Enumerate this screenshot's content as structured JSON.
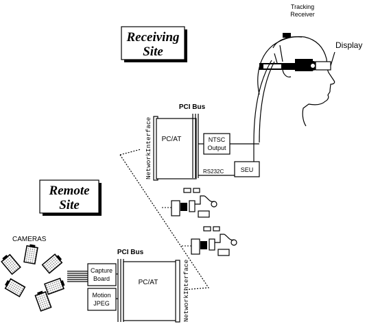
{
  "receiving_site": {
    "label_line1": "Receiving",
    "label_line2": "Site",
    "pci_bus": "PCI Bus",
    "pc_at": "PC/AT",
    "ntsc_line1": "NTSC",
    "ntsc_line2": "Output",
    "seu": "SEU",
    "rs232c": "RS232C",
    "network_interface": "NetworkInterface"
  },
  "remote_site": {
    "label_line1": "Remote",
    "label_line2": "Site",
    "cameras": "CAMERAS",
    "pci_bus": "PCI Bus",
    "pc_at": "PC/AT",
    "capture_line1": "Capture",
    "capture_line2": "Board",
    "motion_line1": "Motion",
    "motion_line2": "JPEG",
    "network_interface": "NetworkInterface"
  },
  "headset": {
    "tracking_line1": "Tracking",
    "tracking_line2": "Receiver",
    "display": "Display"
  }
}
